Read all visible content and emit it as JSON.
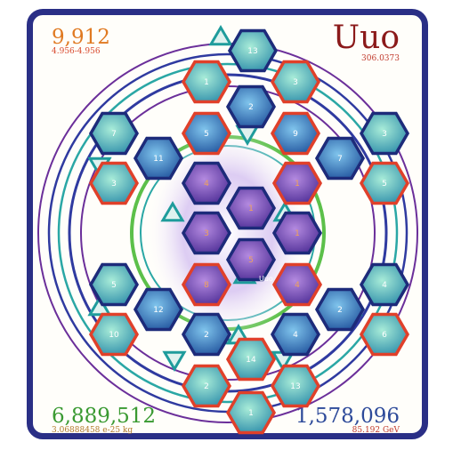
{
  "corners": {
    "top_left": {
      "value": "9,912",
      "sub": "4.956-4.956",
      "color": "#e07a22",
      "sub_color": "#d8462a"
    },
    "top_right": {
      "symbol": "Uuo",
      "mass": "306.0373",
      "color": "#8b1a1a",
      "mass_color": "#c0392b"
    },
    "bottom_left": {
      "value": "6,889,512",
      "sub": "3.06888458 e-25 kg",
      "color": "#3a9a32",
      "sub_color": "#b07a2a"
    },
    "bottom_right": {
      "value": "1,578,096",
      "sub": "85.192 GeV",
      "color": "#2d4a9a",
      "sub_color": "#c0392b"
    }
  },
  "center_label": "Uuo",
  "hex_labels": [
    "13",
    "1",
    "3",
    "2",
    "7",
    "5",
    "9",
    "3",
    "11",
    "7",
    "3",
    "5",
    "4",
    "1",
    "1",
    "3",
    "1",
    "5",
    "8",
    "4",
    "5",
    "4",
    "12",
    "2",
    "10",
    "6",
    "2",
    "4",
    "14",
    "2"
  ],
  "colors": {
    "frame": "#2a2f86",
    "inner_hex": "#6a3fb0",
    "outer_hex": "#2e7fc6",
    "hex_outline_red": "#e0402a",
    "hex_outline_navy": "#1d2b7a",
    "triangle": "#1f9c9c",
    "ring_purple": "#6b2f9a",
    "ring_blue": "#2f3aa0",
    "ring_teal": "#2aa7a5",
    "ring_green": "#5cc04a"
  }
}
